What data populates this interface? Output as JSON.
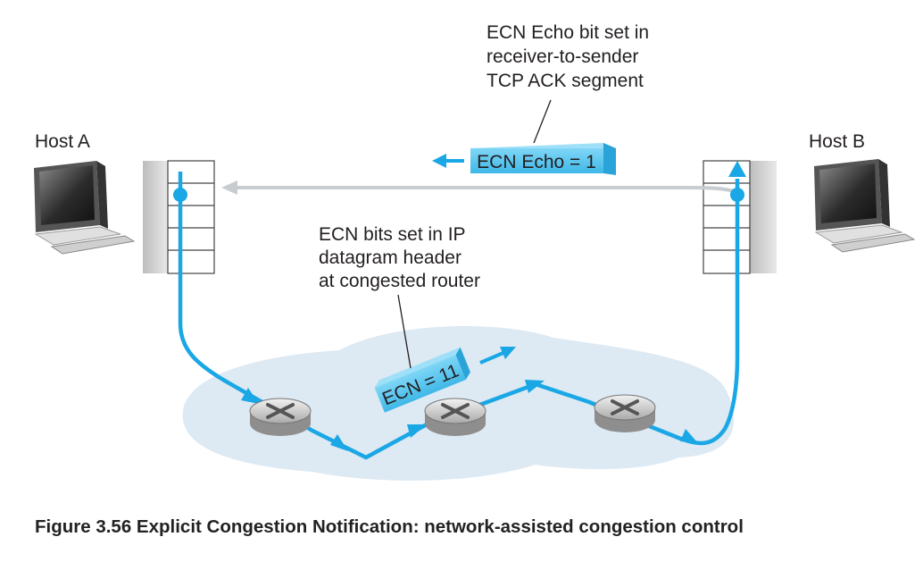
{
  "hosts": {
    "a_label": "Host A",
    "b_label": "Host B"
  },
  "callouts": {
    "echo_lines": [
      "ECN Echo bit set in",
      "receiver-to-sender",
      "TCP ACK segment"
    ],
    "router_lines": [
      "ECN bits set in IP",
      "datagram header",
      "at congested router"
    ]
  },
  "tags": {
    "echo_tag": "ECN Echo = 1",
    "ecn_tag": "ECN = 11"
  },
  "caption": "Figure 3.56 Explicit Congestion Notification: network-assisted congestion control",
  "colors": {
    "accent_blue": "#1aa7e5",
    "tag_fill": "#5dc9f1",
    "network_cloud": "#dde9f3",
    "ack_path": "#c8ccd0"
  }
}
